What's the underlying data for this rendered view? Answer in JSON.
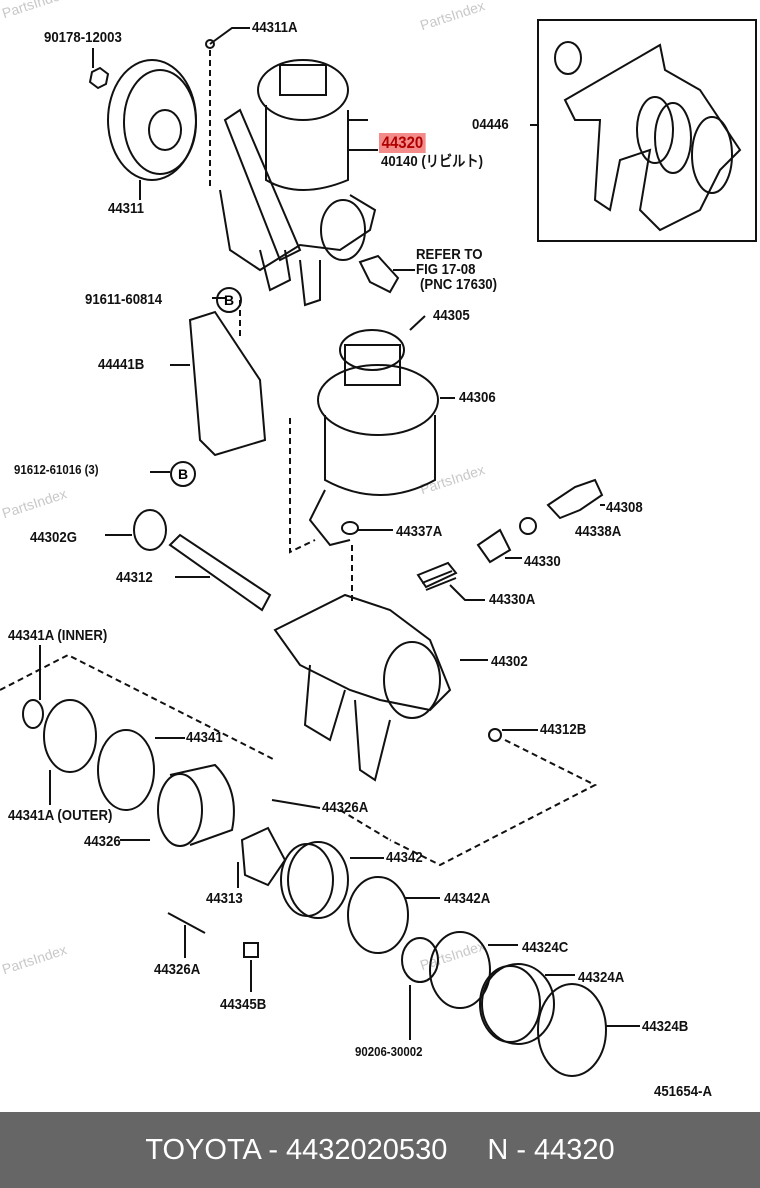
{
  "watermark": "PartsIndex",
  "diagram_code": "451654-A",
  "highlighted_part": "44320",
  "highlight_color": "#f48b8b",
  "callouts": {
    "p90178": "90178-12003",
    "p44311A": "44311A",
    "p44320": "44320",
    "p40140": "40140 (リビルト)",
    "p04446": "04446",
    "p44311": "44311",
    "refer1": "REFER TO",
    "refer2": "FIG 17-08",
    "refer3": "(PNC 17630)",
    "p91611": "91611-60814",
    "markB": "B",
    "p44305": "44305",
    "p44441B": "44441B",
    "p44306": "44306",
    "p91612": "91612-61016 (3)",
    "p44308": "44308",
    "p44302G": "44302G",
    "p44337A": "44337A",
    "p44338A": "44338A",
    "p44330": "44330",
    "p44312": "44312",
    "p44330A": "44330A",
    "p44341Ain": "44341A (INNER)",
    "p44302": "44302",
    "p44312B": "44312B",
    "p44341": "44341",
    "p44341Aout": "44341A (OUTER)",
    "p44326A1": "44326A",
    "p44326": "44326",
    "p44342": "44342",
    "p44313": "44313",
    "p44342A": "44342A",
    "p44324C": "44324C",
    "p44326A2": "44326A",
    "p44324A": "44324A",
    "p44345B": "44345B",
    "p44324B": "44324B",
    "p90206": "90206-30002"
  },
  "footer": {
    "brand_part": "TOYOTA - 4432020530",
    "ref": "N - 44320"
  }
}
